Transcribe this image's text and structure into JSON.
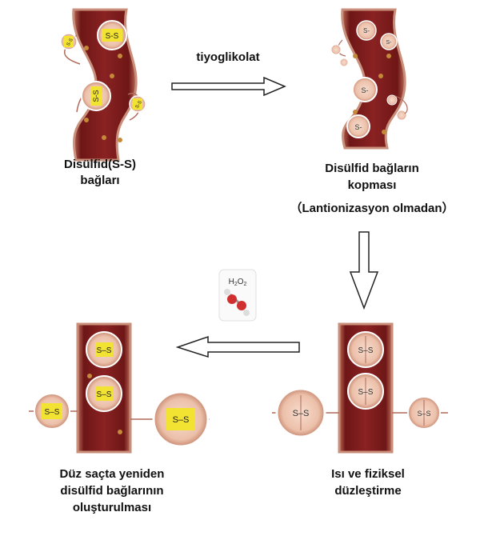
{
  "step1": {
    "line1": "Disülfid(S-S)",
    "line2": "bağları"
  },
  "step2": {
    "line1": "Disülfid bağların",
    "line2": "kopması",
    "line3": "（Lantionizasyon olmadan）"
  },
  "step3": {
    "line1": "Isı ve fiziksel",
    "line2": "düzleştirme"
  },
  "step4": {
    "line1": "Düz saçta yeniden",
    "line2": "disülfid bağlarının",
    "line3": "oluşturulması"
  },
  "arrow_label": "tiyoglikolat",
  "reagent": {
    "formula_prefix": "H",
    "sub1": "2",
    "mid": "O",
    "sub2": "2"
  },
  "bond_label": "S-S",
  "bond_label_dash": "S–S",
  "broken_label": "S-",
  "colors": {
    "strand_dark": "#7a1c1c",
    "strand_light": "#c98f7a",
    "bond_yellow": "#f2e232",
    "node_fill": "#f4d2c0",
    "node_ring": "#d79a86"
  }
}
